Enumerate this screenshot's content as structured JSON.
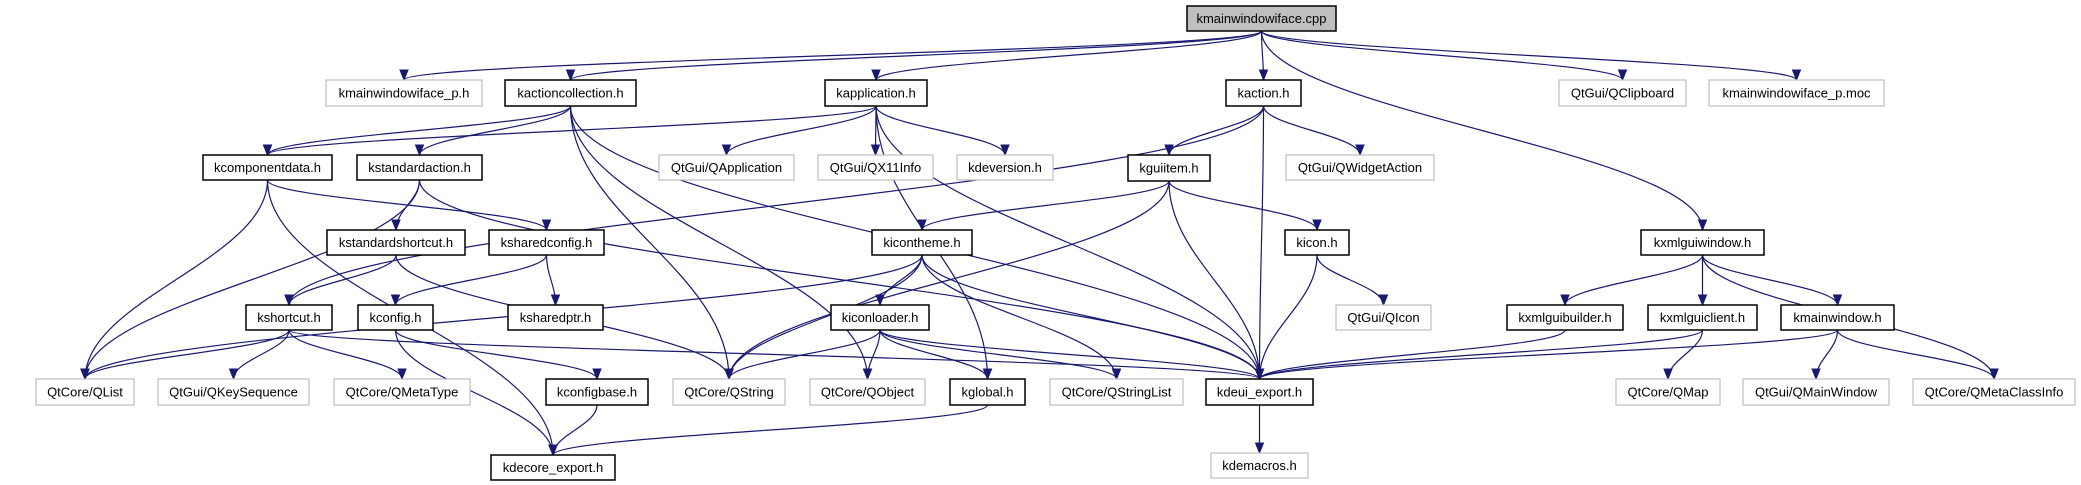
{
  "title": "kmainwindowiface.cpp include dependency graph",
  "colors": {
    "edge": "#191970",
    "root_fill": "#bfbfbf",
    "local_border": "#000000",
    "external_border": "#bfbfbf"
  },
  "nodes": [
    {
      "id": "root",
      "label": "kmainwindowiface.cpp",
      "kind": "root"
    },
    {
      "id": "kmainwindowiface_p_h",
      "label": "kmainwindowiface_p.h",
      "kind": "ext"
    },
    {
      "id": "kactioncollection",
      "label": "kactioncollection.h",
      "kind": "local"
    },
    {
      "id": "kapplication",
      "label": "kapplication.h",
      "kind": "local"
    },
    {
      "id": "kaction",
      "label": "kaction.h",
      "kind": "local"
    },
    {
      "id": "qclipboard",
      "label": "QtGui/QClipboard",
      "kind": "ext"
    },
    {
      "id": "kmainwindowiface_moc",
      "label": "kmainwindowiface_p.moc",
      "kind": "ext"
    },
    {
      "id": "kcomponentdata",
      "label": "kcomponentdata.h",
      "kind": "local"
    },
    {
      "id": "kstandardaction",
      "label": "kstandardaction.h",
      "kind": "local"
    },
    {
      "id": "qapplication",
      "label": "QtGui/QApplication",
      "kind": "ext"
    },
    {
      "id": "qx11info",
      "label": "QtGui/QX11Info",
      "kind": "ext"
    },
    {
      "id": "kdeversion",
      "label": "kdeversion.h",
      "kind": "ext"
    },
    {
      "id": "kguiitem",
      "label": "kguiitem.h",
      "kind": "local"
    },
    {
      "id": "qwidgetaction",
      "label": "QtGui/QWidgetAction",
      "kind": "ext"
    },
    {
      "id": "kstandardshortcut",
      "label": "kstandardshortcut.h",
      "kind": "local"
    },
    {
      "id": "ksharedconfig",
      "label": "ksharedconfig.h",
      "kind": "local"
    },
    {
      "id": "kicontheme",
      "label": "kicontheme.h",
      "kind": "local"
    },
    {
      "id": "kicon",
      "label": "kicon.h",
      "kind": "local"
    },
    {
      "id": "kxmlguiwindow",
      "label": "kxmlguiwindow.h",
      "kind": "local"
    },
    {
      "id": "kshortcut",
      "label": "kshortcut.h",
      "kind": "local"
    },
    {
      "id": "kconfig",
      "label": "kconfig.h",
      "kind": "local"
    },
    {
      "id": "ksharedptr",
      "label": "ksharedptr.h",
      "kind": "local"
    },
    {
      "id": "kiconloader",
      "label": "kiconloader.h",
      "kind": "local"
    },
    {
      "id": "qicon",
      "label": "QtGui/QIcon",
      "kind": "ext"
    },
    {
      "id": "kxmlguibuilder",
      "label": "kxmlguibuilder.h",
      "kind": "local"
    },
    {
      "id": "kxmlguiclient",
      "label": "kxmlguiclient.h",
      "kind": "local"
    },
    {
      "id": "kmainwindow",
      "label": "kmainwindow.h",
      "kind": "local"
    },
    {
      "id": "qlist",
      "label": "QtCore/QList",
      "kind": "ext"
    },
    {
      "id": "qkeysequence",
      "label": "QtGui/QKeySequence",
      "kind": "ext"
    },
    {
      "id": "qmetatype",
      "label": "QtCore/QMetaType",
      "kind": "ext"
    },
    {
      "id": "kconfigbase",
      "label": "kconfigbase.h",
      "kind": "local"
    },
    {
      "id": "qstring",
      "label": "QtCore/QString",
      "kind": "ext"
    },
    {
      "id": "qobject",
      "label": "QtCore/QObject",
      "kind": "ext"
    },
    {
      "id": "kglobal",
      "label": "kglobal.h",
      "kind": "local"
    },
    {
      "id": "qstringlist",
      "label": "QtCore/QStringList",
      "kind": "ext"
    },
    {
      "id": "kdeui_export",
      "label": "kdeui_export.h",
      "kind": "local"
    },
    {
      "id": "qmap",
      "label": "QtCore/QMap",
      "kind": "ext"
    },
    {
      "id": "qmainwindow",
      "label": "QtGui/QMainWindow",
      "kind": "ext"
    },
    {
      "id": "qmetaclassinfo",
      "label": "QtCore/QMetaClassInfo",
      "kind": "ext"
    },
    {
      "id": "kdecore_export",
      "label": "kdecore_export.h",
      "kind": "local"
    },
    {
      "id": "kdemacros",
      "label": "kdemacros.h",
      "kind": "ext"
    }
  ],
  "edges": [
    [
      "root",
      "kmainwindowiface_p_h"
    ],
    [
      "root",
      "kactioncollection"
    ],
    [
      "root",
      "kapplication"
    ],
    [
      "root",
      "kaction"
    ],
    [
      "root",
      "qclipboard"
    ],
    [
      "root",
      "kmainwindowiface_moc"
    ],
    [
      "root",
      "kxmlguiwindow"
    ],
    [
      "kactioncollection",
      "kcomponentdata"
    ],
    [
      "kactioncollection",
      "kstandardaction"
    ],
    [
      "kactioncollection",
      "kdeui_export"
    ],
    [
      "kactioncollection",
      "qobject"
    ],
    [
      "kactioncollection",
      "qstring"
    ],
    [
      "kapplication",
      "kcomponentdata"
    ],
    [
      "kapplication",
      "qapplication"
    ],
    [
      "kapplication",
      "qx11info"
    ],
    [
      "kapplication",
      "kdeversion"
    ],
    [
      "kapplication",
      "kdeui_export"
    ],
    [
      "kapplication",
      "kglobal"
    ],
    [
      "kaction",
      "kguiitem"
    ],
    [
      "kaction",
      "qwidgetaction"
    ],
    [
      "kaction",
      "kshortcut"
    ],
    [
      "kaction",
      "kdeui_export"
    ],
    [
      "kcomponentdata",
      "ksharedconfig"
    ],
    [
      "kcomponentdata",
      "qlist"
    ],
    [
      "kcomponentdata",
      "kdecore_export"
    ],
    [
      "kstandardaction",
      "kstandardshortcut"
    ],
    [
      "kstandardaction",
      "qlist"
    ],
    [
      "kstandardaction",
      "kdeui_export"
    ],
    [
      "kstandardshortcut",
      "kshortcut"
    ],
    [
      "kstandardshortcut",
      "qstring"
    ],
    [
      "ksharedconfig",
      "kconfig"
    ],
    [
      "ksharedconfig",
      "ksharedptr"
    ],
    [
      "kguiitem",
      "kicontheme"
    ],
    [
      "kguiitem",
      "kicon"
    ],
    [
      "kguiitem",
      "qstring"
    ],
    [
      "kguiitem",
      "kdeui_export"
    ],
    [
      "kicontheme",
      "kiconloader"
    ],
    [
      "kicontheme",
      "qlist"
    ],
    [
      "kicontheme",
      "qstring"
    ],
    [
      "kicontheme",
      "qstringlist"
    ],
    [
      "kicontheme",
      "kdeui_export"
    ],
    [
      "kicon",
      "qicon"
    ],
    [
      "kicon",
      "kdeui_export"
    ],
    [
      "kxmlguiwindow",
      "kxmlguibuilder"
    ],
    [
      "kxmlguiwindow",
      "kxmlguiclient"
    ],
    [
      "kxmlguiwindow",
      "kmainwindow"
    ],
    [
      "kxmlguiwindow",
      "qmetaclassinfo"
    ],
    [
      "kshortcut",
      "qlist"
    ],
    [
      "kshortcut",
      "qkeysequence"
    ],
    [
      "kshortcut",
      "qmetatype"
    ],
    [
      "kshortcut",
      "kdeui_export"
    ],
    [
      "kconfig",
      "kconfigbase"
    ],
    [
      "kconfig",
      "kdecore_export"
    ],
    [
      "kiconloader",
      "qstring"
    ],
    [
      "kiconloader",
      "qobject"
    ],
    [
      "kiconloader",
      "kglobal"
    ],
    [
      "kiconloader",
      "qstringlist"
    ],
    [
      "kiconloader",
      "kdeui_export"
    ],
    [
      "kxmlguibuilder",
      "kdeui_export"
    ],
    [
      "kxmlguiclient",
      "qmap"
    ],
    [
      "kxmlguiclient",
      "kdeui_export"
    ],
    [
      "kmainwindow",
      "qmainwindow"
    ],
    [
      "kmainwindow",
      "qmetaclassinfo"
    ],
    [
      "kmainwindow",
      "kdeui_export"
    ],
    [
      "kconfigbase",
      "kdecore_export"
    ],
    [
      "kglobal",
      "kdecore_export"
    ],
    [
      "kdeui_export",
      "kdemacros"
    ]
  ]
}
